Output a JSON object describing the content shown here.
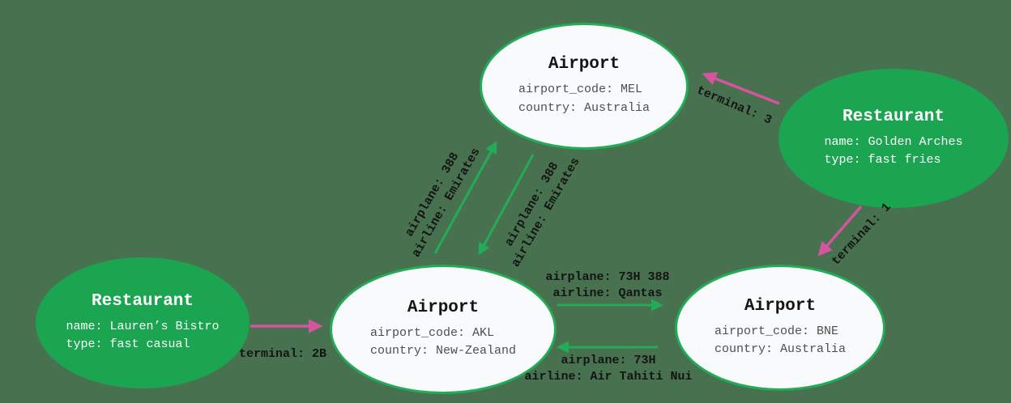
{
  "diagram": {
    "background_color": "#48714F",
    "colors": {
      "node_border_green": "#23AC57",
      "restaurant_fill_green": "#1CA550",
      "airport_fill": "#F8FAFB",
      "flight_edge_green": "#23AC57",
      "terminal_edge_pink": "#D4559F",
      "node_title_text": "#141414",
      "airport_attr_text": "#4F4F4F",
      "restaurant_attr_text": "#FFFFFF",
      "edge_label_text": "#141414"
    },
    "nodes": [
      {
        "id": "airport-mel",
        "title": "Airport",
        "attr1": "airport_code: MEL",
        "attr2": "country: Australia"
      },
      {
        "id": "airport-akl",
        "title": "Airport",
        "attr1": "airport_code: AKL",
        "attr2": "country: New-Zealand"
      },
      {
        "id": "airport-bne",
        "title": "Airport",
        "attr1": "airport_code: BNE",
        "attr2": "country: Australia"
      },
      {
        "id": "restaurant-golden-arches",
        "title": "Restaurant",
        "attr1": "name: Golden Arches",
        "attr2": "type: fast fries"
      },
      {
        "id": "restaurant-laurens-bistro",
        "title": "Restaurant",
        "attr1": "name: Lauren’s Bistro",
        "attr2": "type: fast casual"
      }
    ],
    "edges": [
      {
        "id": "akl-to-mel-flight",
        "from": "airport-akl",
        "to": "airport-mel",
        "label1": "airplane: 388",
        "label2": "airline: Emirates",
        "color": "#23AC57"
      },
      {
        "id": "mel-to-akl-flight",
        "from": "airport-mel",
        "to": "airport-akl",
        "label1": "airplane: 388",
        "label2": "airline: Emirates",
        "color": "#23AC57"
      },
      {
        "id": "akl-to-bne-flight",
        "from": "airport-akl",
        "to": "airport-bne",
        "label1": "airplane: 73H 388",
        "label2": "airline: Qantas",
        "color": "#23AC57"
      },
      {
        "id": "bne-to-akl-flight",
        "from": "airport-bne",
        "to": "airport-akl",
        "label1": "airplane: 73H",
        "label2": "airline: Air Tahiti Nui",
        "color": "#23AC57"
      },
      {
        "id": "laurens-bistro-to-akl",
        "from": "restaurant-laurens-bistro",
        "to": "airport-akl",
        "label1": "terminal: 2B",
        "color": "#D4559F"
      },
      {
        "id": "golden-arches-to-mel",
        "from": "restaurant-golden-arches",
        "to": "airport-mel",
        "label1": "terminal: 3",
        "color": "#D4559F"
      },
      {
        "id": "golden-arches-to-bne",
        "from": "restaurant-golden-arches",
        "to": "airport-bne",
        "label1": "terminal: 1",
        "color": "#D4559F"
      }
    ]
  }
}
